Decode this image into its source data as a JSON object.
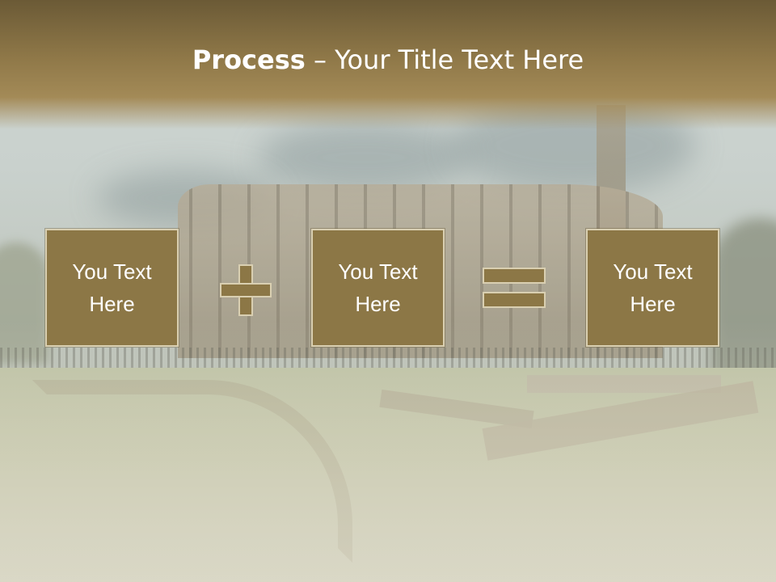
{
  "slide": {
    "title": {
      "bold": "Process",
      "rest": " – Your Title Text Here"
    },
    "boxes": [
      {
        "label": "You Text Here"
      },
      {
        "label": "You Text Here"
      },
      {
        "label": "You Text Here"
      }
    ],
    "operators": [
      "plus-icon",
      "equals-icon"
    ],
    "colors": {
      "header": "#8f7848",
      "box_fill": "#8c7746",
      "box_border": "#d9cfb1",
      "text": "#ffffff"
    }
  }
}
